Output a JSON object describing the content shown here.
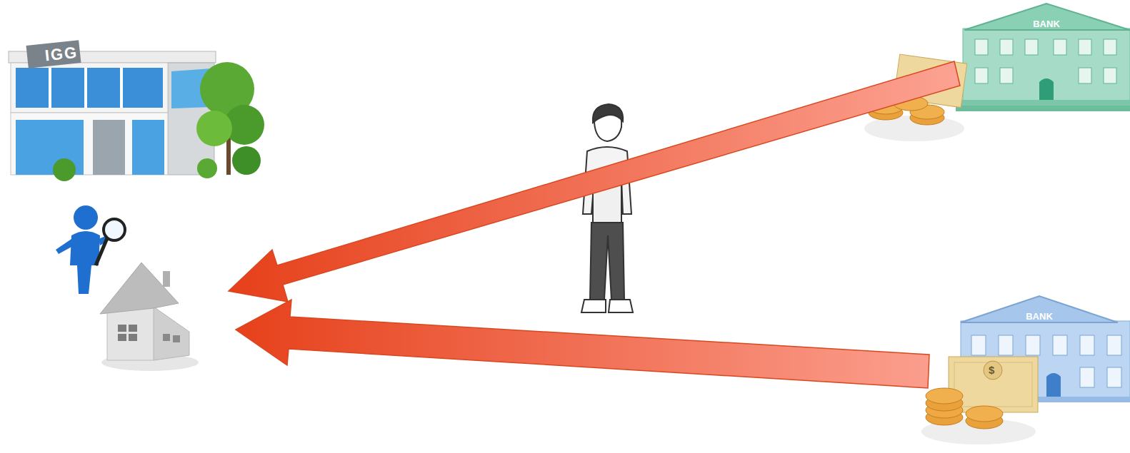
{
  "diagram": {
    "nodes": [
      {
        "text": [
          "IGG"
        ]
      },
      {
        "text": [
          "BANK"
        ]
      },
      {
        "text": [
          "BANK"
        ]
      }
    ],
    "labels": [
      "$"
    ]
  }
}
